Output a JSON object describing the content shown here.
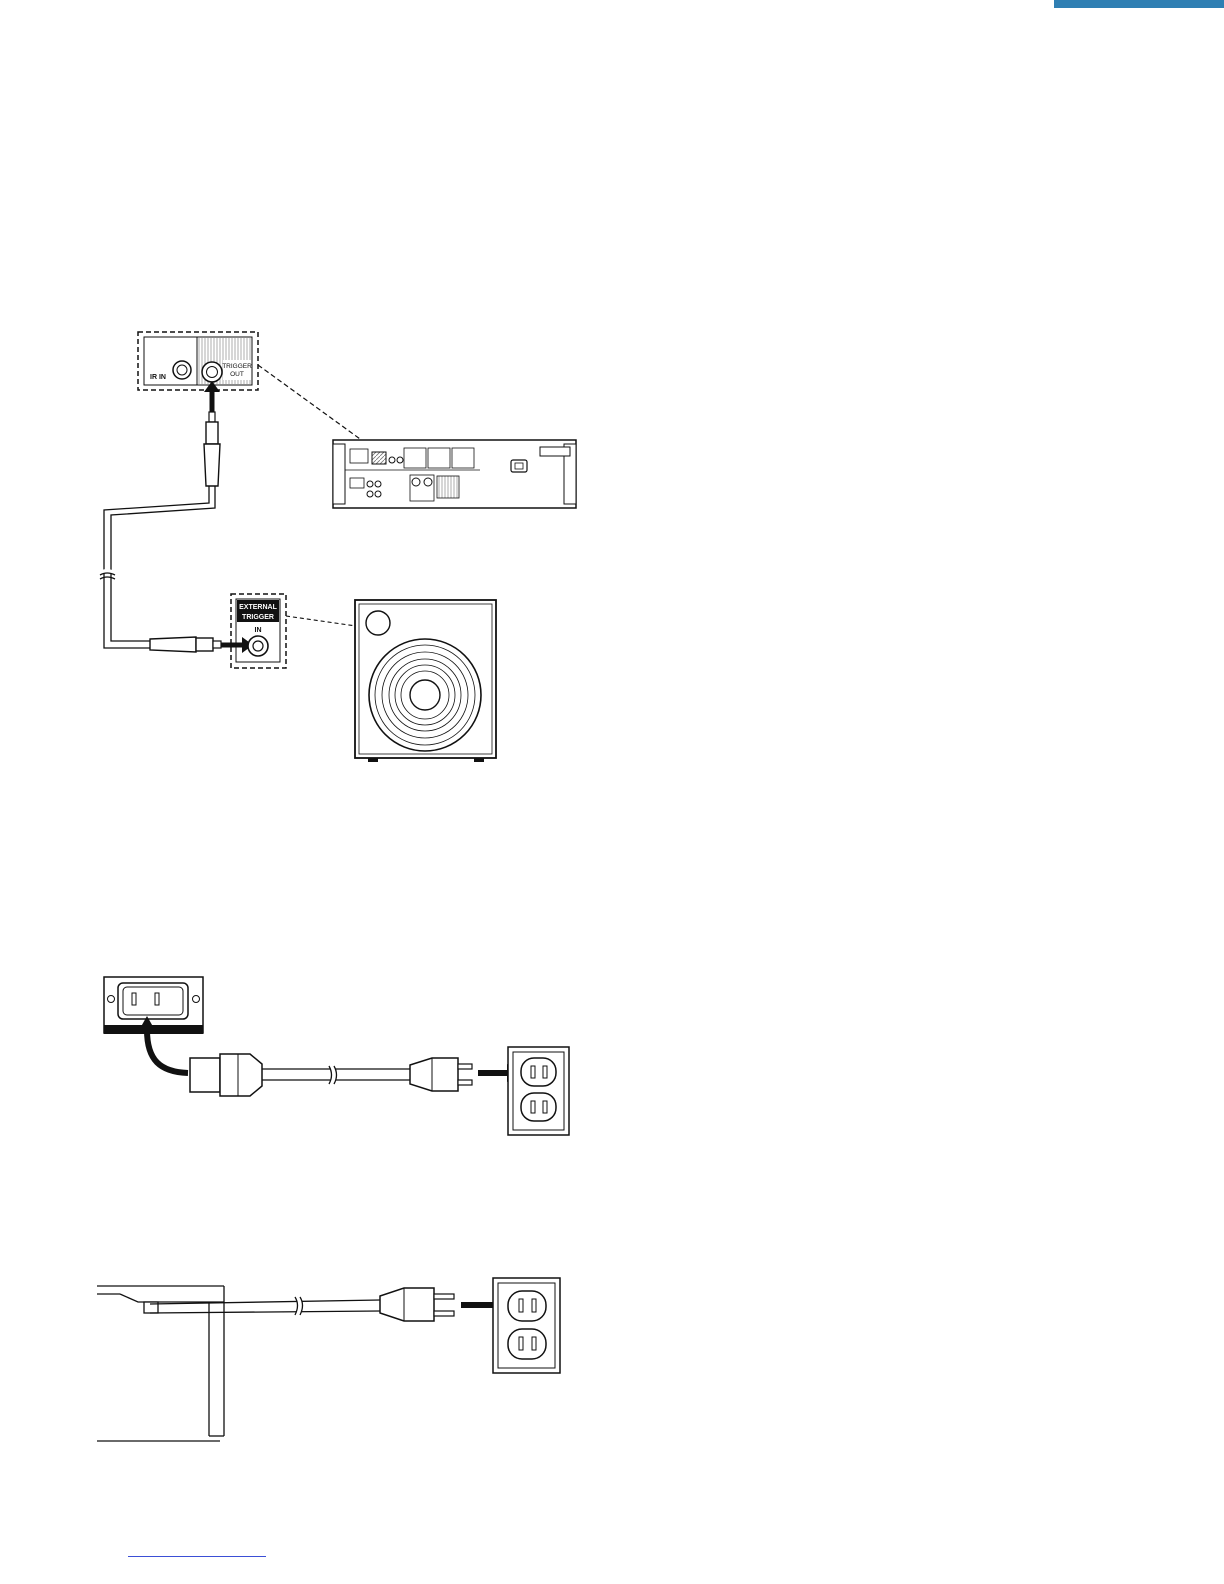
{
  "figure1": {
    "ir_in_label": "IR IN",
    "trigger_out_label_line1": "TRIGGER",
    "trigger_out_label_line2": "OUT",
    "external_trigger_line1": "EXTERNAL",
    "external_trigger_line2": "TRIGGER",
    "in_label": "IN"
  },
  "colors": {
    "line": "#111111",
    "accent_top_rule": "#2f7fb3",
    "footer_link": "#3b4fd6"
  }
}
